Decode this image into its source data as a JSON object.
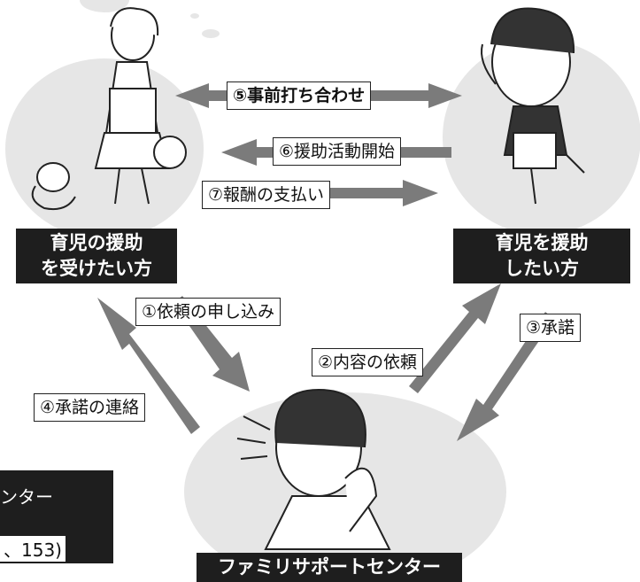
{
  "parties": {
    "requester": {
      "line1": "育児の援助",
      "line2": "を受けたい方"
    },
    "provider": {
      "line1": "育児を援助",
      "line2": "したい方"
    },
    "center": {
      "label": "ファミリサポートセンター"
    }
  },
  "steps": {
    "s1": "①依頼の申し込み",
    "s2": "②内容の依頼",
    "s3": "③承諾",
    "s4": "④承諾の連絡",
    "s5": "⑤事前打ち合わせ",
    "s6": "⑥援助活動開始",
    "s7": "⑦報酬の支払い"
  },
  "side_panel": {
    "line1": "ンター",
    "line2": "、153)"
  },
  "colors": {
    "bubble": "#e6e6e6",
    "arrow": "#7b7b7b",
    "panel": "#1e1e1e"
  }
}
